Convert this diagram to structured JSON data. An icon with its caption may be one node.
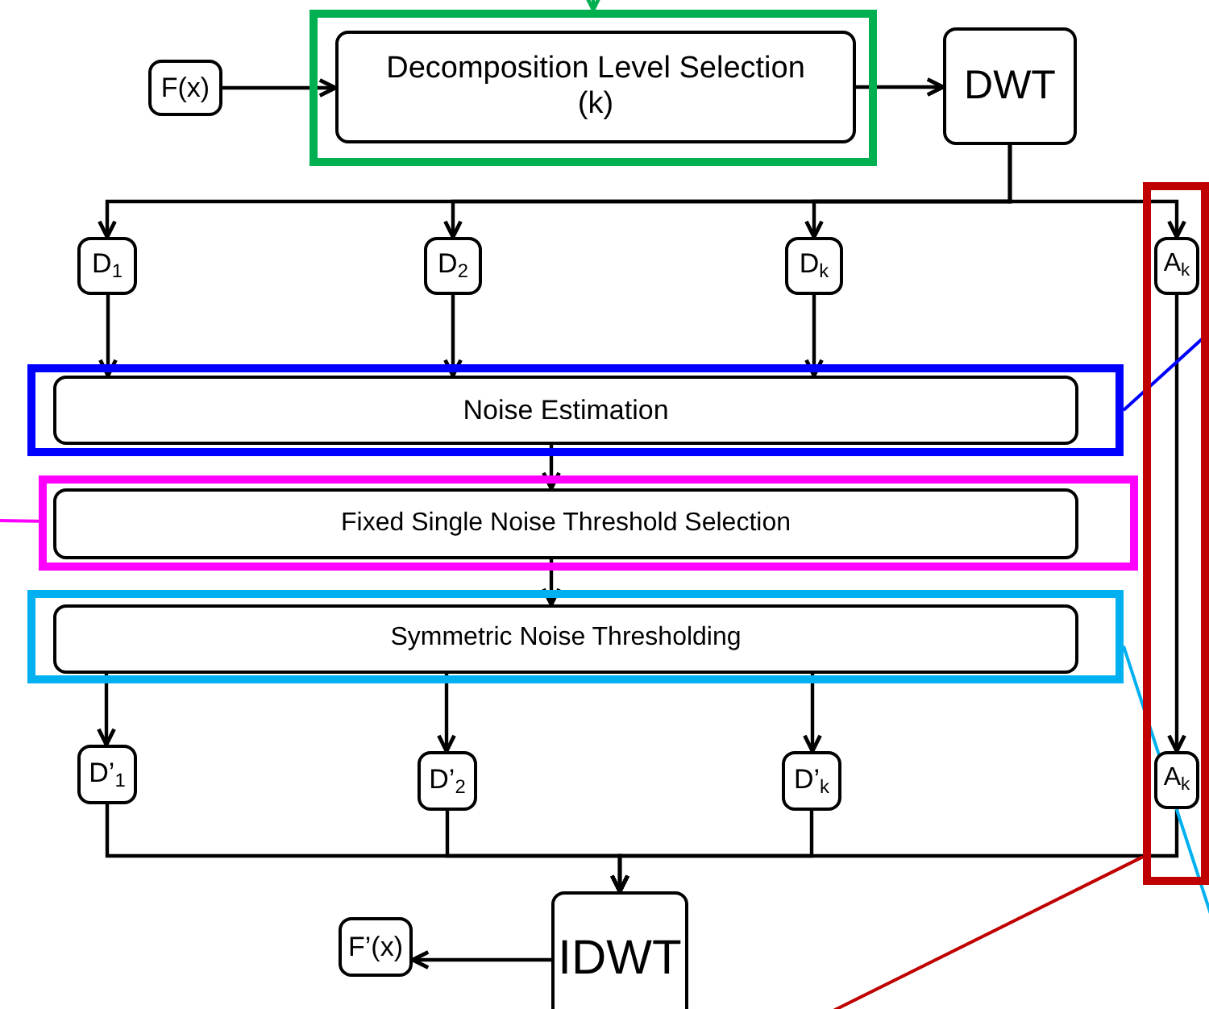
{
  "diagram": {
    "nodes": [
      {
        "text": [
          "F(x)"
        ]
      },
      {
        "text": [],
        "shape": "box"
      },
      {
        "text": [
          "Decomposition Level Selection (k)"
        ],
        "in": 1
      },
      {
        "text": [
          "DWT"
        ]
      },
      {
        "text": [
          "D$_{1}$"
        ]
      },
      {
        "text": [
          "D$_{2}$"
        ]
      },
      {
        "text": [
          "D$_{k}$"
        ]
      },
      {
        "text": [],
        "shape": "box"
      },
      {
        "text": [
          "A$_{k}$"
        ],
        "in": 7
      },
      {
        "text": [],
        "shape": "box"
      },
      {
        "text": [
          "Noise Estimation"
        ],
        "in": 9
      },
      {
        "text": [],
        "shape": "box"
      },
      {
        "text": [
          "Fixed Single Noise Threshold Selection"
        ],
        "in": 11
      },
      {
        "text": [],
        "shape": "box"
      },
      {
        "text": [
          "Symmetric Noise Thresholding"
        ],
        "in": 13
      },
      {
        "text": [
          "D’$_{1}$"
        ]
      },
      {
        "text": [
          "D’$_{2}$"
        ]
      },
      {
        "text": [
          "D’$_{k}$"
        ]
      },
      {
        "text": [
          "A$_{k}$"
        ],
        "in": 7
      },
      {
        "text": [
          "IDWT"
        ]
      },
      {
        "text": [
          "F’(x)"
        ]
      }
    ],
    "edges": [
      {
        "from": 0,
        "to": 2,
        "arrow": "to"
      },
      {
        "from": 2,
        "to": 3,
        "arrow": "to"
      },
      {
        "from": 3,
        "to": 4,
        "arrow": "to"
      },
      {
        "from": 3,
        "to": 5,
        "arrow": "to"
      },
      {
        "from": 3,
        "to": 6,
        "arrow": "to"
      },
      {
        "from": 3,
        "to": 8,
        "arrow": "to"
      },
      {
        "from": 4,
        "to": 10,
        "arrow": "to"
      },
      {
        "from": 5,
        "to": 10,
        "arrow": "to"
      },
      {
        "from": 6,
        "to": 10,
        "arrow": "to"
      },
      {
        "from": 8,
        "to": 18,
        "arrow": "to"
      },
      {
        "from": 10,
        "to": 12,
        "arrow": "to"
      },
      {
        "from": 12,
        "to": 14,
        "arrow": "to"
      },
      {
        "from": 14,
        "to": 15,
        "arrow": "to"
      },
      {
        "from": 14,
        "to": 16,
        "arrow": "to"
      },
      {
        "from": 14,
        "to": 17,
        "arrow": "to"
      },
      {
        "from": 15,
        "to": 19,
        "arrow": "to"
      },
      {
        "from": 16,
        "to": 19,
        "arrow": "to"
      },
      {
        "from": 17,
        "to": 19,
        "arrow": "to"
      },
      {
        "from": 18,
        "to": 19,
        "arrow": "to"
      },
      {
        "from": 19,
        "to": 20,
        "arrow": "to"
      },
      {
        "from": null,
        "to": 1,
        "arrow": "to",
        "color": "#00b050"
      },
      {
        "from": 9,
        "to": null,
        "arrow": "none",
        "color": "#0000ff"
      },
      {
        "from": 11,
        "to": null,
        "arrow": "none",
        "color": "#ff00ff"
      },
      {
        "from": 13,
        "to": null,
        "arrow": "none",
        "color": "#00b0f0"
      },
      {
        "from": 7,
        "to": null,
        "arrow": "none",
        "color": "#c00000"
      }
    ]
  }
}
